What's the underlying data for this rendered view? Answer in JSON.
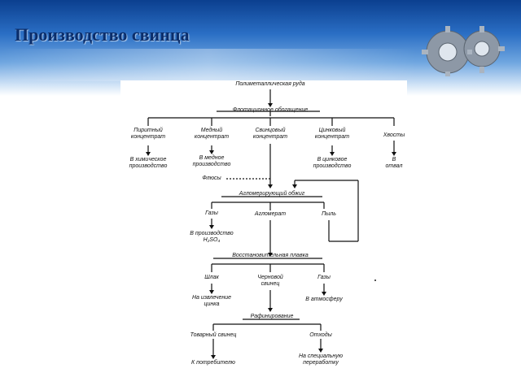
{
  "slide": {
    "title": "Производство свинца"
  },
  "flowchart": {
    "root": "Полиметаллическая руда",
    "flotation": "Флотационное обогащение",
    "pyrite": "Пиритный\nконцентрат",
    "copper": "Медный\nконцентрат",
    "lead": "Свинцовый\nконцентрат",
    "zinc": "Цинковый\nконцентрат",
    "tails": "Хвосты",
    "pyrite_dest": "В химическое\nпроизводство",
    "copper_dest": "В медное\nпроизводство",
    "zinc_dest": "В цинковое\nпроизводство",
    "tails_dest": "В отвал",
    "fluxes": "Флюсы",
    "agglom_roast": "Агломерирующий обжиг",
    "gases1": "Газы",
    "agglomerate": "Агломерат",
    "dust": "Пыль",
    "gases1_dest": "В производство\nH₂SO₄",
    "reduction_smelt": "Восстановительная плавка",
    "slag": "Шлак",
    "crude_lead": "Черновой\nсвинец",
    "gases2": "Газы",
    "slag_dest": "На извлечение\nцинка",
    "gases2_dest": "В атмосферу",
    "refining": "Рафинирование",
    "commodity_lead": "Товарный свинец",
    "waste": "Отходы",
    "commodity_dest": "К потребителю",
    "waste_dest": "На специальную\nпереработку"
  },
  "colors": {
    "header_dark": "#0b3f8f",
    "header_light": "#6fa6e0",
    "title": "#0b2e6b"
  }
}
